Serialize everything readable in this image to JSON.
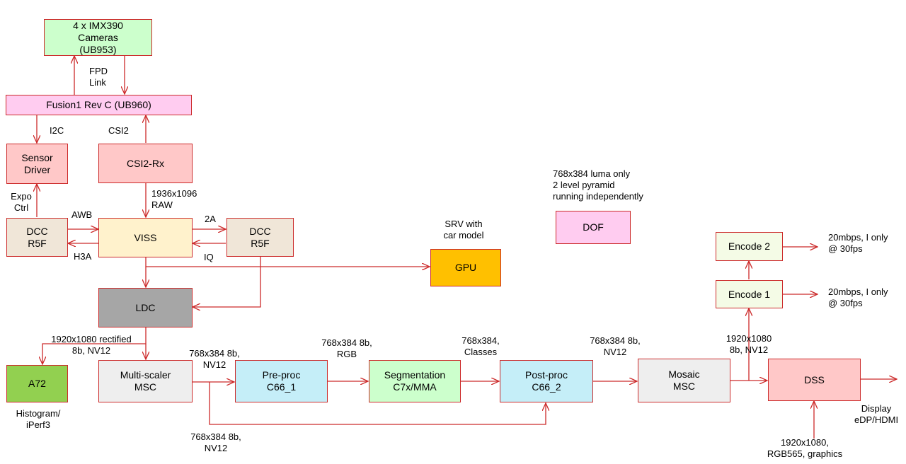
{
  "blocks": {
    "cameras": "4 x IMX390\nCameras\n(UB953)",
    "fusion": "Fusion1 Rev C (UB960)",
    "sensor_driver": "Sensor\nDriver",
    "csi2rx": "CSI2-Rx",
    "dcc_left": "DCC\nR5F",
    "viss": "VISS",
    "dcc_right": "DCC\nR5F",
    "dof": "DOF",
    "gpu": "GPU",
    "ldc": "LDC",
    "encode2": "Encode 2",
    "encode1": "Encode 1",
    "a72": "A72",
    "msc": "Multi-scaler\nMSC",
    "preproc": "Pre-proc\nC66_1",
    "segmentation": "Segmentation\nC7x/MMA",
    "postproc": "Post-proc\nC66_2",
    "mosaic": "Mosaic\nMSC",
    "dss": "DSS"
  },
  "labels": {
    "fpd_link": "FPD\nLink",
    "i2c": "I2C",
    "csi2": "CSI2",
    "raw_res": "1936x1096\nRAW",
    "expo_ctrl": "Expo\nCtrl",
    "awb": "AWB",
    "h3a": "H3A",
    "two_a": "2A",
    "iq": "IQ",
    "dof_note": "768x384 luma only\n2 level pyramid\nrunning independently",
    "srv_note": "SRV with\ncar model",
    "enc2_out": "20mbps, I only\n@ 30fps",
    "enc1_out": "20mbps, I only\n@ 30fps",
    "rectified": "1920x1080 rectified\n8b, NV12",
    "histogram": "Histogram/\niPerf3",
    "msc_out": "768x384 8b,\nNV12",
    "pre_out": "768x384 8b,\nRGB",
    "seg_out": "768x384,\nClasses",
    "post_out": "768x384 8b,\nNV12",
    "mosaic_out": "1920x1080\n8b, NV12",
    "bypass": "768x384 8b,\nNV12",
    "display": "Display\neDP/HDMI",
    "graphics": "1920x1080,\nRGB565, graphics"
  },
  "colors": {
    "wire": "#cc2a2a",
    "cameras": "#ccffcc",
    "fusion": "#ffccf0",
    "sensor_driver": "#ffc8c8",
    "csi2rx": "#ffc8c8",
    "dcc": "#f0e6d8",
    "viss": "#fff2cc",
    "dof": "#ffccf0",
    "gpu": "#ffc000",
    "ldc": "#a6a6a6",
    "encode": "#f4fbe6",
    "a72": "#92d050",
    "msc": "#eeeeee",
    "preproc": "#c5eef8",
    "segmentation": "#ccffcc",
    "postproc": "#c5eef8",
    "mosaic": "#eeeeee",
    "dss": "#ffc8c8"
  }
}
